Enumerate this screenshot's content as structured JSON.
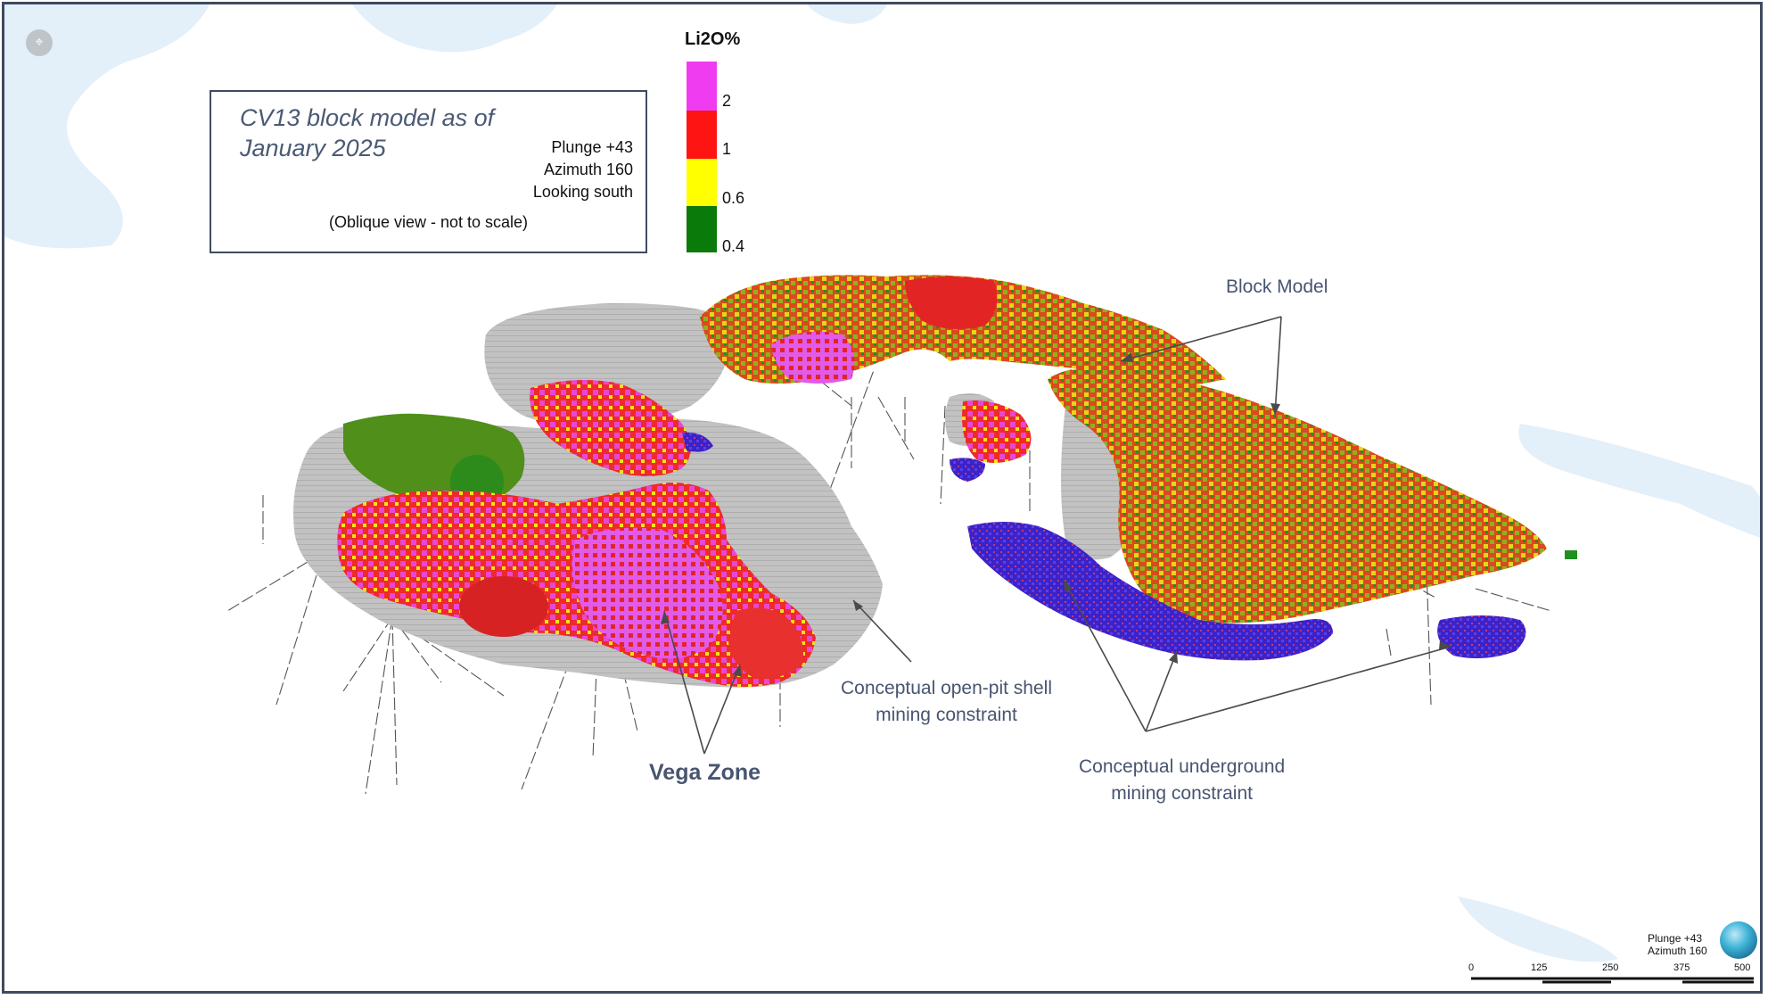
{
  "title_box": {
    "title_line1": "CV13 block model as of",
    "title_line2": "January 2025",
    "plunge": "Plunge +43",
    "azimuth": "Azimuth 160",
    "looking": "Looking south",
    "note": "(Oblique view - not to scale)"
  },
  "legend": {
    "title": "Li2O%",
    "ticks": [
      "2",
      "1",
      "0.6",
      "0.4"
    ],
    "colors": {
      "high": "#f03cf0",
      "mid_high": "#ff1414",
      "mid": "#ffff00",
      "low": "#0a7a0a",
      "constraint_ug": "#3a1fd0",
      "pit_shell": "#b9b9b9"
    }
  },
  "callouts": {
    "block_model": "Block Model",
    "open_pit_line1": "Conceptual open-pit shell",
    "open_pit_line2": "mining constraint",
    "underground_line1": "Conceptual underground",
    "underground_line2": "mining constraint",
    "vega_zone": "Vega Zone"
  },
  "orientation": {
    "plunge": "Plunge +43",
    "azimuth": "Azimuth 160",
    "scale_ticks": [
      "0",
      "125",
      "250",
      "375",
      "500"
    ]
  },
  "icons": {
    "corner": "map-pin-icon",
    "compass": "globe-icon"
  }
}
